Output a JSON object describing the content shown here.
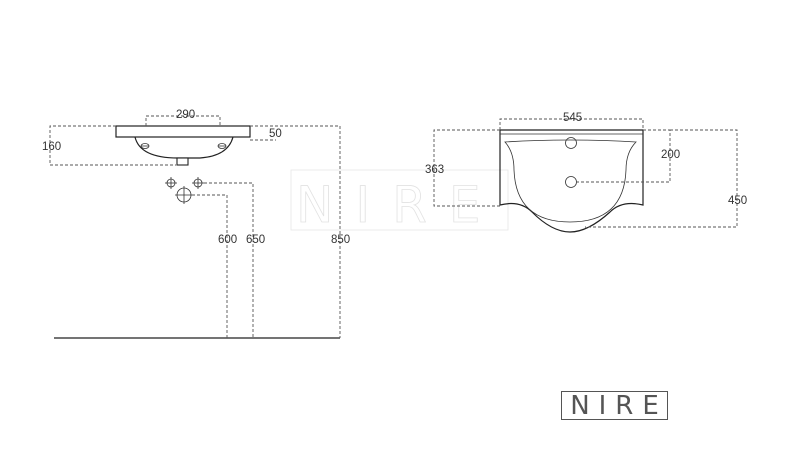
{
  "side_view": {
    "dim_width": "290",
    "dim_thickness": "50",
    "dim_depth": "160",
    "dim_drain_height": "600",
    "dim_tap_height": "650",
    "dim_total_height": "850"
  },
  "top_view": {
    "dim_width": "545",
    "dim_depth_inner": "363",
    "dim_tap_offset": "200",
    "dim_depth_total": "450"
  },
  "watermark": "NIRE",
  "logo": "NIRE"
}
